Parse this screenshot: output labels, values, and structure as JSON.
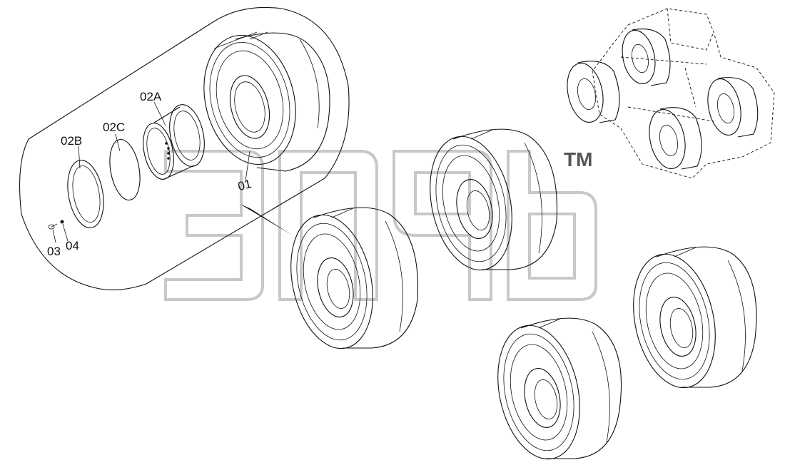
{
  "diagram": {
    "part_labels": {
      "p01": "01",
      "p02a": "02A",
      "p02b": "02B",
      "p02c": "02C",
      "p03": "03",
      "p04": "04"
    },
    "watermark_trademark": "TM"
  }
}
